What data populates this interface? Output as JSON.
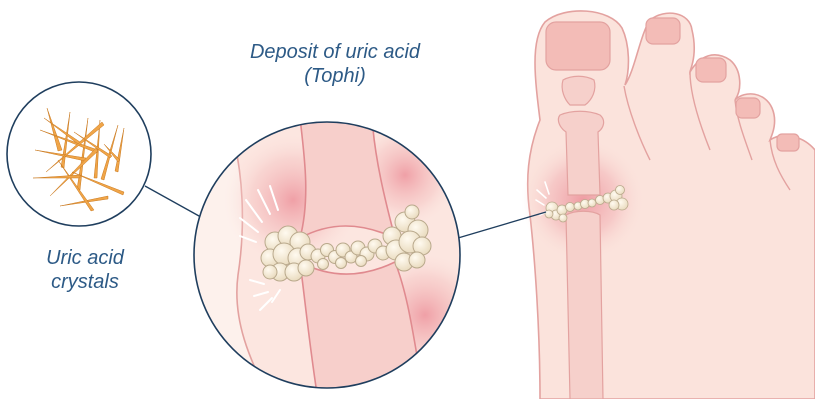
{
  "labels": {
    "deposit_line1": "Deposit of uric acid",
    "deposit_line2": "(Tophi)",
    "crystals_line1": "Uric acid",
    "crystals_line2": "crystals"
  },
  "colors": {
    "outline": "#1f3e5e",
    "label_text": "#2d5a86",
    "skin": "#fbe3dc",
    "skin_outline": "#e3a2a0",
    "inflammation": "#ef9ea4",
    "crystal": "#f0a548",
    "tophi": "#f4ecd8"
  },
  "icons": [
    "uric-acid-crystals-icon",
    "tophi-deposit-icon",
    "foot-illustration"
  ]
}
